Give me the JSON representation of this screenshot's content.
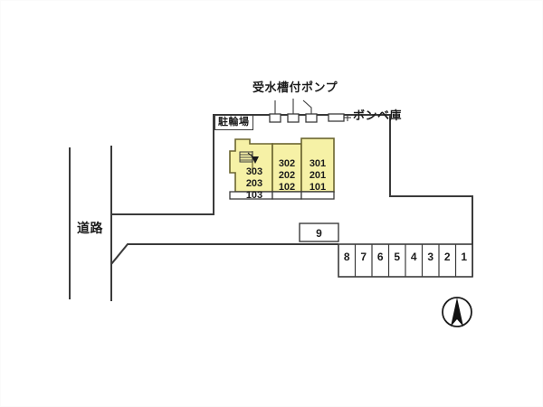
{
  "plan": {
    "title": "apartment-site-plan",
    "colors": {
      "building_fill": "#f6f1a6",
      "building_stroke": "#6b6530",
      "line": "#3b3b3b",
      "text": "#1c1c1c",
      "background": "#ffffff"
    },
    "annotations": {
      "water_tank_pump": "受水槽付ポンプ",
      "cylinder_storage": "ボンベ庫",
      "bicycle_parking": "駐輪場",
      "road": "道路"
    },
    "building": {
      "name": "apartment-building",
      "sections": [
        {
          "id": "section-west",
          "has_stairs": true,
          "stairs_icon": "stairs-arrow-icon",
          "units": [
            "303",
            "203",
            "103"
          ]
        },
        {
          "id": "section-middle",
          "has_stairs": false,
          "units": [
            "302",
            "202",
            "102"
          ]
        },
        {
          "id": "section-east",
          "has_stairs": false,
          "units": [
            "301",
            "201",
            "101"
          ]
        }
      ]
    },
    "equipment_boxes": [
      {
        "name": "pump-box-1",
        "label": ""
      },
      {
        "name": "pump-box-2",
        "label": ""
      },
      {
        "name": "pump-box-3",
        "label": ""
      },
      {
        "name": "cylinder-box",
        "label": ""
      }
    ],
    "parking": {
      "detached_stall": "9",
      "row_stalls": [
        "8",
        "7",
        "6",
        "5",
        "4",
        "3",
        "2",
        "1"
      ]
    },
    "compass": {
      "icon": "north-arrow-icon",
      "direction": "N"
    }
  }
}
